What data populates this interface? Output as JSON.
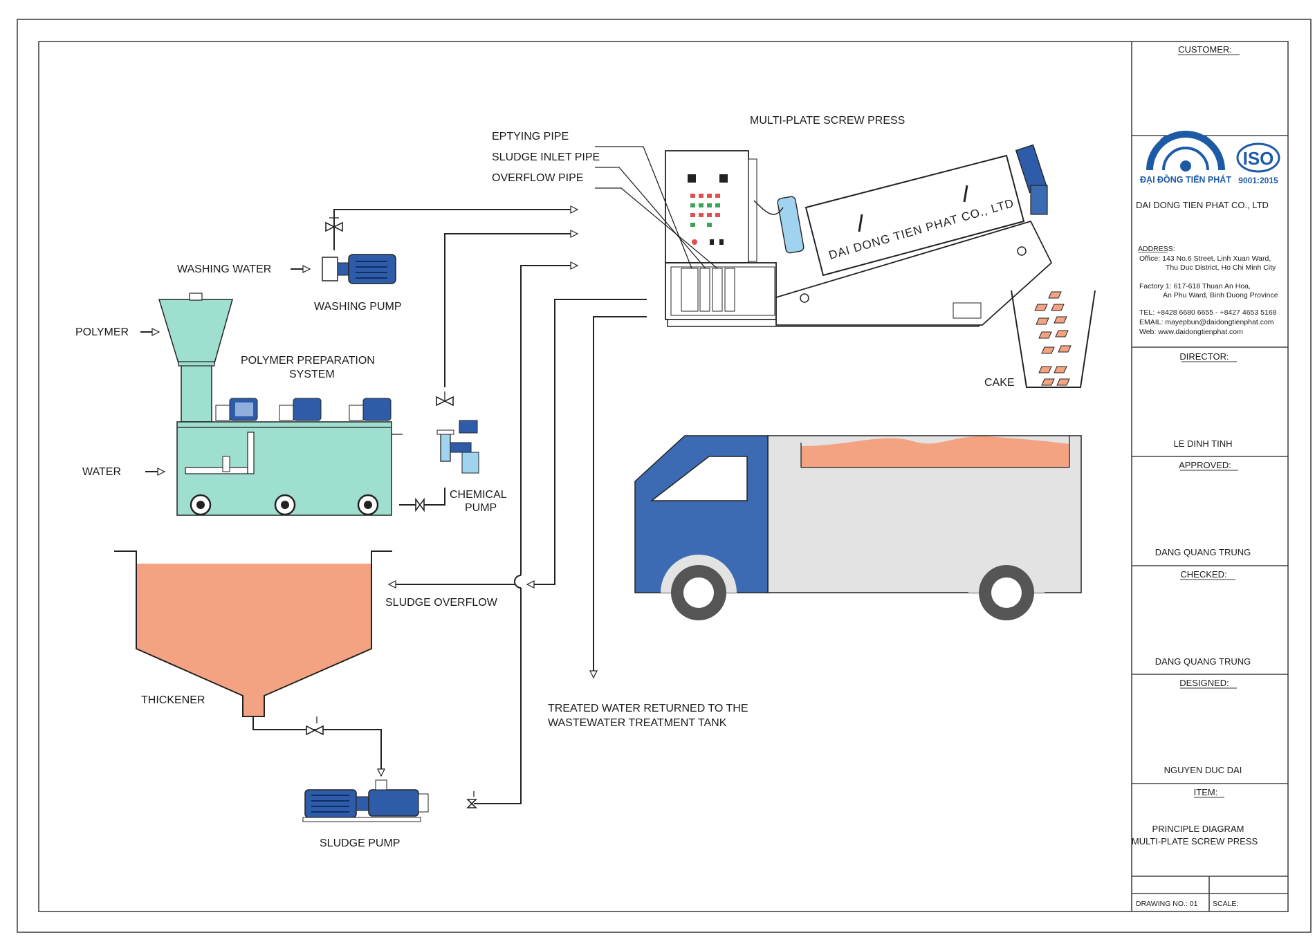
{
  "diagram": {
    "labels": {
      "multi_plate_screw_press": "MULTI-PLATE SCREW PRESS",
      "eptying_pipe": "EPTYING PIPE",
      "sludge_inlet_pipe": "SLUDGE INLET PIPE",
      "overflow_pipe": "OVERFLOW PIPE",
      "washing_water": "WASHING WATER",
      "washing_pump": "WASHING PUMP",
      "polymer": "POLYMER",
      "polymer_preparation_line1": "POLYMER PREPARATION",
      "polymer_preparation_line2": "SYSTEM",
      "water": "WATER",
      "chemical_pump_line1": "CHEMICAL",
      "chemical_pump_line2": "PUMP",
      "sludge_overflow": "SLUDGE OVERFLOW",
      "thickener": "THICKENER",
      "sludge_pump": "SLUDGE PUMP",
      "treated_water_line1": "TREATED WATER RETURNED TO THE",
      "treated_water_line2": "WASTEWATER TREATMENT TANK",
      "cake": "CAKE",
      "machine_brand": "DAI DONG TIEN PHAT CO., LTD"
    }
  },
  "title_block": {
    "customer_label": "CUSTOMER:",
    "logo_text": "ĐẠI ĐỒNG TIẾN PHÁT",
    "iso_text": "ISO",
    "iso_year": "9001:2015",
    "company_name": "DAI DONG TIEN PHAT CO., LTD",
    "address_label": "ADDRESS:",
    "address_office_1": "Office: 143 No.6 Street, Linh Xuan Ward,",
    "address_office_2": "Thu Duc District, Ho Chi Minh City",
    "address_factory_1": "Factory 1: 617-618 Thuan An Hoa,",
    "address_factory_2": "An Phu Ward, Binh Duong Province",
    "tel": "TEL:  +8428 6680 6655 - +8427 4653 5168",
    "email": "EMAIL: mayepbun@daidongtienphat.com",
    "web": "Web: www.daidongtienphat.com",
    "director_label": "DIRECTOR:",
    "director_name": "LE DINH TINH",
    "approved_label": "APPROVED:",
    "approved_name": "DANG QUANG TRUNG",
    "checked_label": "CHECKED:",
    "checked_name": "DANG QUANG TRUNG",
    "designed_label": "DESIGNED:",
    "designed_name": "NGUYEN DUC DAI",
    "item_label": "ITEM:",
    "item_line1": "PRINCIPLE DIAGRAM",
    "item_line2": "MULTI-PLATE SCREW PRESS",
    "drawing_no": "DRAWING NO.: 01",
    "scale_label": "SCALE:"
  },
  "colors": {
    "sludge": "#f4a382",
    "tank": "#9edfcf",
    "motor_blue": "#2f5ca9",
    "truck_blue": "#3d6bb3",
    "truck_body": "#e3e3e3",
    "logo_blue": "#1d5aa6"
  }
}
